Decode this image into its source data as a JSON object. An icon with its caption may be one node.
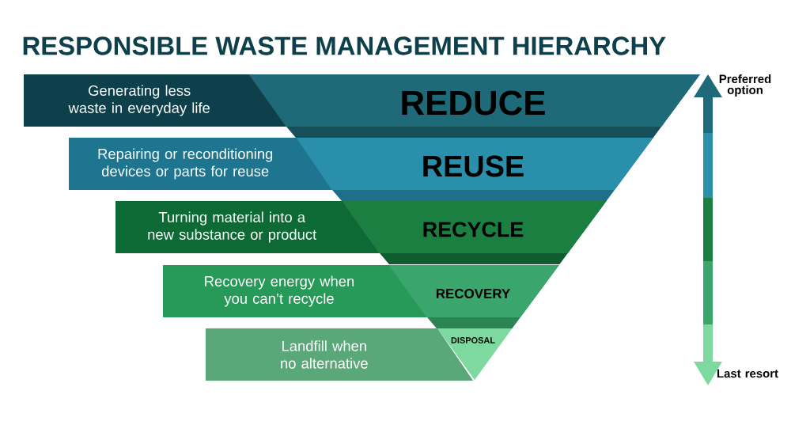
{
  "diagram": {
    "title": "RESPONSIBLE WASTE MANAGEMENT HIERARCHY",
    "nodes": [
      {
        "text": [
          "Generating less waste in everyday life"
        ]
      },
      {
        "text": [
          "REDUCE"
        ]
      },
      {
        "text": [
          "Repairing or reconditioning devices or parts for reuse"
        ]
      },
      {
        "text": [
          "REUSE"
        ]
      },
      {
        "text": [
          "Turning material into a new substance or product"
        ]
      },
      {
        "text": [
          "RECYCLE"
        ]
      },
      {
        "text": [
          "Recovery energy when you can’t recycle"
        ]
      },
      {
        "text": [
          "RECOVERY"
        ]
      },
      {
        "text": [
          "Landfill when no alternative"
        ]
      },
      {
        "text": [
          "DISPOSAL"
        ]
      }
    ],
    "edges": [],
    "labels": [
      "Preferred option",
      "Last resort"
    ]
  }
}
